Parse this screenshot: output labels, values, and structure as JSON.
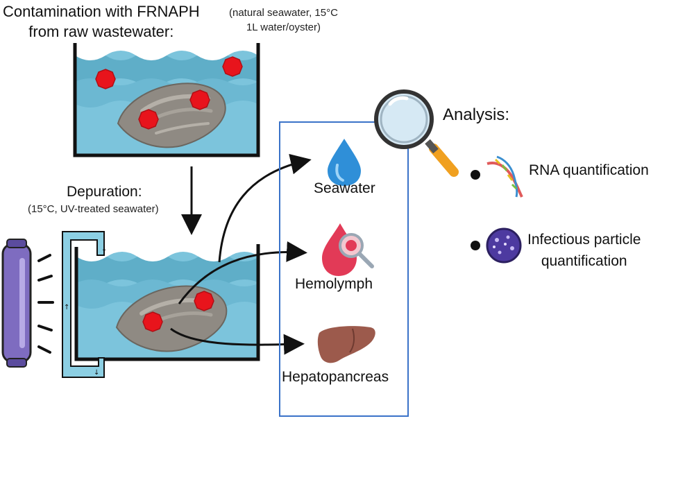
{
  "contamination": {
    "title_line1": "Contamination with FRNAPH",
    "title_line2": "from raw wastewater:",
    "conditions_line1": "(natural seawater, 15°C",
    "conditions_line2": "1L water/oyster)"
  },
  "depuration": {
    "title": "Depuration:",
    "conditions": "(15°C, UV-treated seawater)"
  },
  "samples": {
    "seawater": "Seawater",
    "hemolymph": "Hemolymph",
    "hepatopancreas": "Hepatopancreas"
  },
  "analysis": {
    "title": "Analysis:",
    "item1": "RNA quantification",
    "item2_line1": "Infectious particle",
    "item2_line2": "quantification"
  },
  "colors": {
    "water": "#7cc4dc",
    "water_band": "#5faec8",
    "virus": "#e8141c",
    "oyster": "#8f8a83",
    "uv_lamp": "#7e6cc0",
    "box_border": "#3a72c8",
    "droplet": "#2f8fd8",
    "hemolymph": "#e23a57",
    "liver": "#9c5a4c"
  }
}
